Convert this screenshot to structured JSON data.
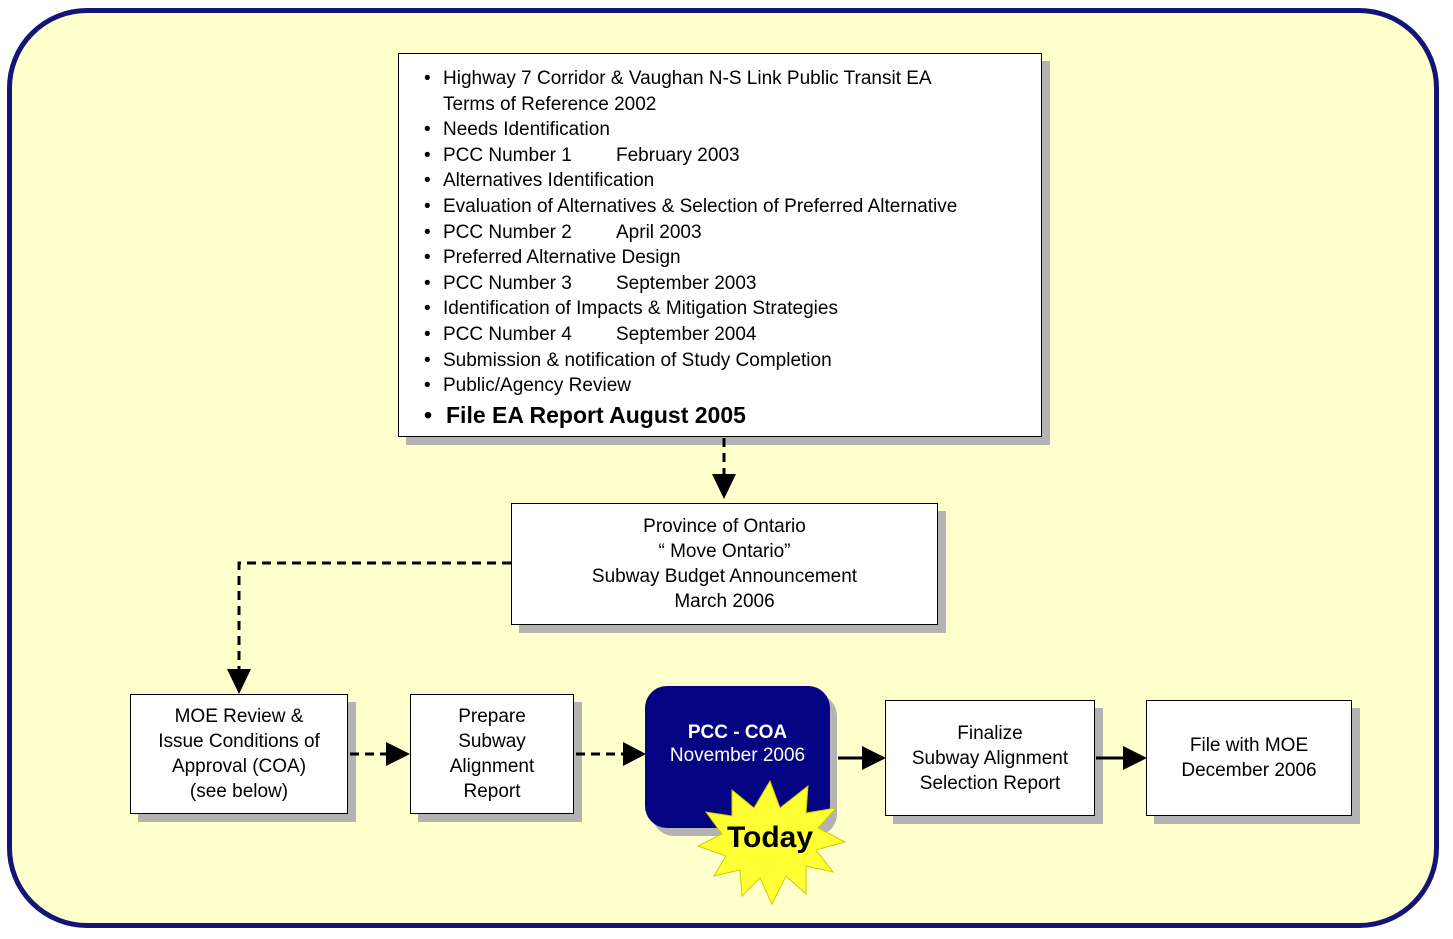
{
  "terms_box": {
    "items": [
      {
        "text": "Highway 7 Corridor & Vaughan N-S Link Public Transit EA",
        "cont": "Terms of Reference 2002"
      },
      {
        "text": "Needs Identification"
      },
      {
        "text": "PCC Number 1",
        "date": "February 2003"
      },
      {
        "text": "Alternatives Identification"
      },
      {
        "text": "Evaluation of Alternatives & Selection of Preferred Alternative"
      },
      {
        "text": "PCC Number 2",
        "date": "April 2003"
      },
      {
        "text": "Preferred Alternative Design"
      },
      {
        "text": "PCC Number 3",
        "date": "September 2003"
      },
      {
        "text": "Identification of Impacts & Mitigation Strategies"
      },
      {
        "text": "PCC Number 4",
        "date": "September 2004"
      },
      {
        "text": "Submission & notification of Study Completion"
      },
      {
        "text": "Public/Agency Review"
      }
    ],
    "final_item": "File EA Report August 2005"
  },
  "province_box": {
    "line1": "Province of Ontario",
    "line2": "“ Move Ontario”",
    "line3": "Subway Budget Announcement",
    "line4": "March 2006"
  },
  "moe_box": {
    "line1": "MOE Review &",
    "line2": "Issue Conditions of",
    "line3": "Approval (COA)",
    "line4": "(see below)"
  },
  "prepare_box": {
    "line1": "Prepare",
    "line2": "Subway",
    "line3": "Alignment",
    "line4": "Report"
  },
  "pcc_box": {
    "title": "PCC - COA",
    "date": "November 2006"
  },
  "today_burst": {
    "label": "Today"
  },
  "finalize_box": {
    "line1": "Finalize",
    "line2": "Subway Alignment",
    "line3": "Selection Report"
  },
  "file_box": {
    "line1": "File with MOE",
    "line2": "December 2006"
  },
  "colors": {
    "frame_border": "#141478",
    "frame_fill": "#ffffcc",
    "pcc_fill": "#040482",
    "burst_fill": "#ffff33",
    "shadow": "#b3b3b3"
  }
}
